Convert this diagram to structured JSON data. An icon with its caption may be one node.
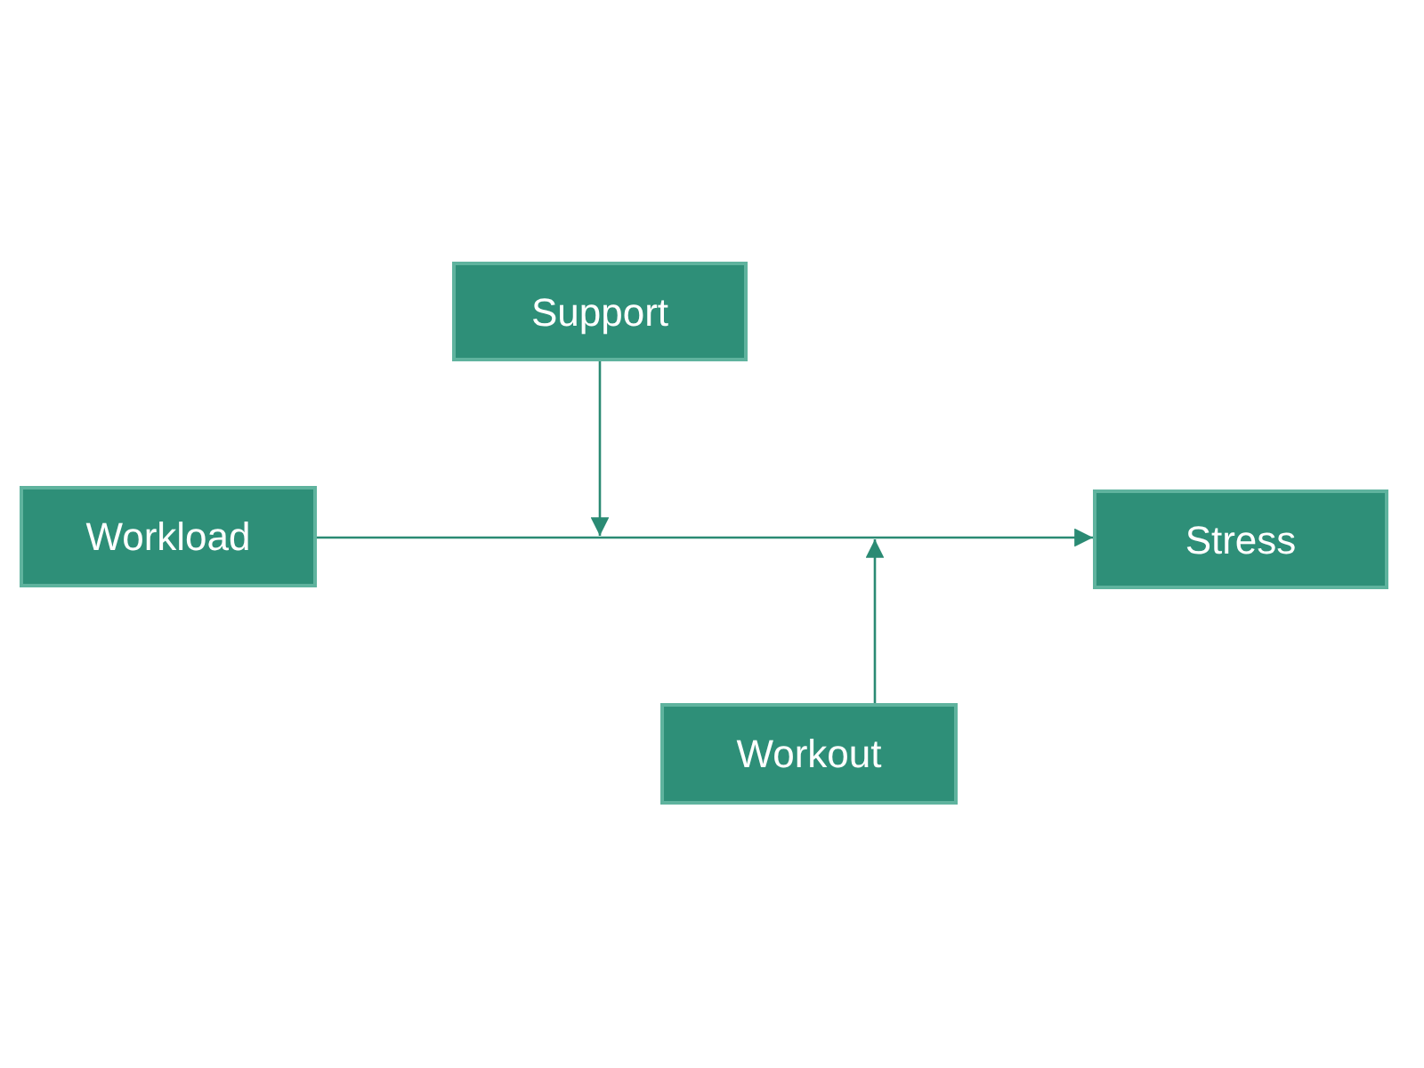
{
  "diagram": {
    "nodes": [
      {
        "text": [
          "Support"
        ]
      },
      {
        "text": [
          "Workload"
        ]
      },
      {
        "text": [
          "Stress"
        ]
      },
      {
        "text": [
          "Workout"
        ]
      }
    ],
    "edges": [
      {
        "from": 1,
        "to": 2,
        "arrow": "to"
      },
      {
        "from": 0,
        "to": null,
        "arrow": "to"
      },
      {
        "from": 3,
        "to": null,
        "arrow": "to"
      }
    ]
  }
}
